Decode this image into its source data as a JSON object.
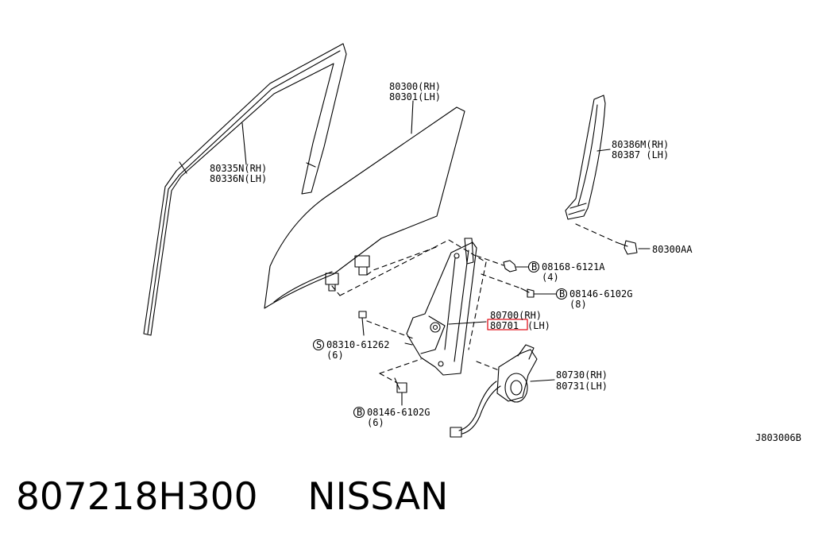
{
  "labels": {
    "glass_rh": "80300(RH)",
    "glass_lh": "80301(LH)",
    "run_rh": "80335N(RH)",
    "run_lh": "80336N(LH)",
    "sash_rh": "80386M(RH)",
    "sash_lh": "80387 (LH)",
    "bolt_aa": "80300AA",
    "b1_part": "08168-6121A",
    "b1_qty": "(4)",
    "b2_part": "08146-6102G",
    "b2_qty": "(8)",
    "reg_rh": "80700(RH)",
    "reg_lh_num": "80701",
    "reg_lh_side": "(LH)",
    "s_part": "08310-61262",
    "s_qty": "(6)",
    "motor_rh": "80730(RH)",
    "motor_lh": "80731(LH)",
    "b3_part": "08146-6102G",
    "b3_qty": "(6)",
    "ref_code": "J803006B",
    "prefix_b": "B",
    "prefix_s": "S"
  },
  "caption": {
    "part_number": "807218H300",
    "brand": "NISSAN"
  },
  "colors": {
    "line": "#000000",
    "highlight": "#e0141e"
  }
}
